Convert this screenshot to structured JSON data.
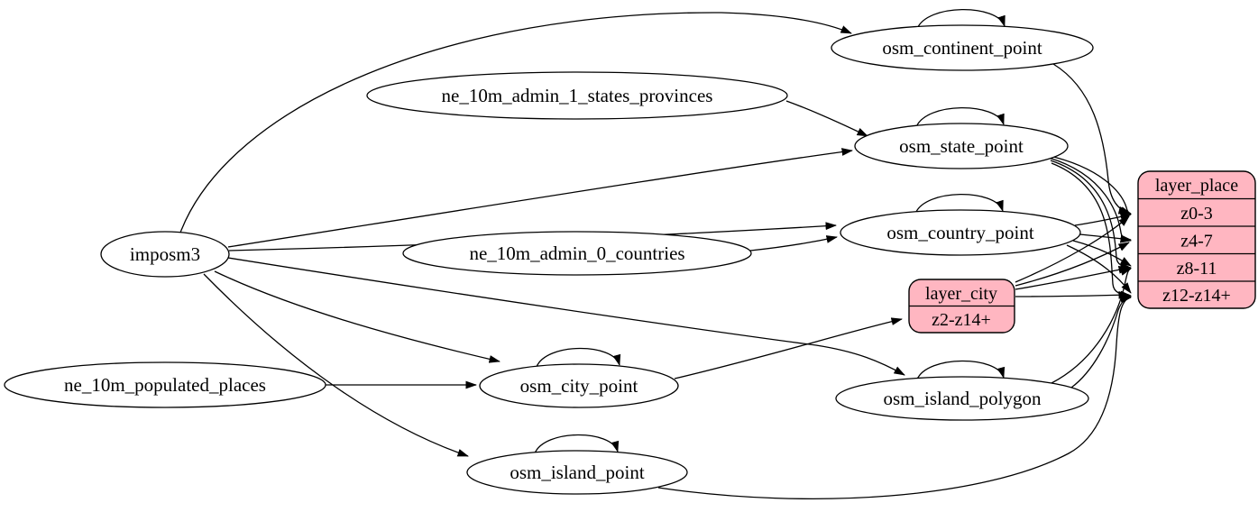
{
  "diagram": {
    "nodes": {
      "imposm3": {
        "label": "imposm3"
      },
      "ne_10m_populated_places": {
        "label": "ne_10m_populated_places"
      },
      "ne_10m_admin_1_states_provinces": {
        "label": "ne_10m_admin_1_states_provinces"
      },
      "ne_10m_admin_0_countries": {
        "label": "ne_10m_admin_0_countries"
      },
      "osm_continent_point": {
        "label": "osm_continent_point"
      },
      "osm_state_point": {
        "label": "osm_state_point"
      },
      "osm_country_point": {
        "label": "osm_country_point"
      },
      "osm_city_point": {
        "label": "osm_city_point"
      },
      "osm_island_polygon": {
        "label": "osm_island_polygon"
      },
      "osm_island_point": {
        "label": "osm_island_point"
      }
    },
    "layers": {
      "layer_place": {
        "title": "layer_place",
        "zoom_rows": [
          "z0-3",
          "z4-7",
          "z8-11",
          "z12-z14+"
        ]
      },
      "layer_city": {
        "title": "layer_city",
        "zoom_rows": [
          "z2-z14+"
        ]
      }
    },
    "colors": {
      "layer_fill": "#ffb6c1",
      "node_fill": "#ffffff",
      "edge": "#000000",
      "background": "#ffffff"
    },
    "edges": [
      "imposm3 -> osm_continent_point",
      "imposm3 -> osm_state_point",
      "imposm3 -> osm_country_point",
      "imposm3 -> osm_city_point",
      "imposm3 -> osm_island_polygon",
      "imposm3 -> osm_island_point",
      "ne_10m_admin_1_states_provinces -> osm_state_point",
      "ne_10m_admin_0_countries -> osm_country_point",
      "ne_10m_populated_places -> osm_city_point",
      "osm_continent_point -> osm_continent_point",
      "osm_state_point -> osm_state_point",
      "osm_country_point -> osm_country_point",
      "osm_city_point -> osm_city_point",
      "osm_island_polygon -> osm_island_polygon",
      "osm_island_point -> osm_island_point",
      "osm_continent_point -> layer_place:z0-3",
      "osm_state_point -> layer_place:z0-3",
      "osm_state_point -> layer_place:z4-7",
      "osm_state_point -> layer_place:z8-11",
      "osm_state_point -> layer_place:z12-z14+",
      "osm_country_point -> layer_place:z0-3",
      "osm_country_point -> layer_place:z4-7",
      "osm_country_point -> layer_place:z8-11",
      "osm_country_point -> layer_place:z12-z14+",
      "osm_city_point -> layer_city:z2-z14+",
      "layer_city -> layer_place:z0-3",
      "layer_city -> layer_place:z4-7",
      "layer_city -> layer_place:z8-11",
      "layer_city -> layer_place:z12-z14+",
      "osm_island_polygon -> layer_place:z8-11",
      "osm_island_polygon -> layer_place:z12-z14+",
      "osm_island_point -> layer_place:z12-z14+"
    ]
  }
}
